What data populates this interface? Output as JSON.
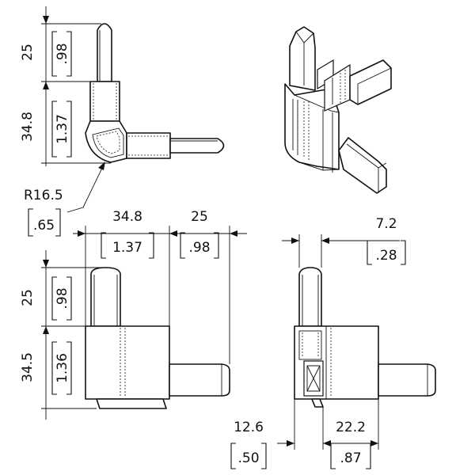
{
  "drawing": {
    "top_left_view": {
      "pin_length_mm": "25",
      "pin_length_in": ".98",
      "height_mm": "34.8",
      "height_in": "1.37",
      "radius_mm": "R16.5",
      "radius_in": ".65"
    },
    "front_view": {
      "width_mm": "34.8",
      "width_in": "1.37",
      "pin_mm": "25",
      "pin_in": ".98",
      "top_pin_mm": "25",
      "top_pin_in": ".98",
      "height_mm": "34.5",
      "height_in": "1.36"
    },
    "side_view": {
      "pin_thickness_mm": "7.2",
      "pin_thickness_in": ".28",
      "offset_mm": "12.6",
      "offset_in": ".50",
      "depth_mm": "22.2",
      "depth_in": ".87"
    }
  }
}
